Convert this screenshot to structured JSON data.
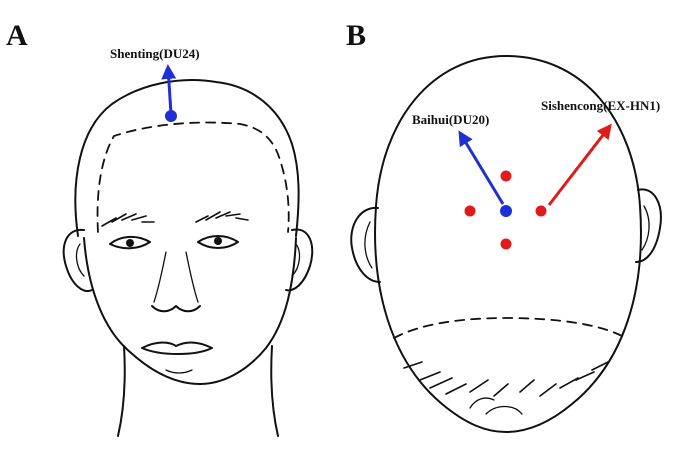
{
  "panels": {
    "a": {
      "letter": "A",
      "point": {
        "label": "Shenting(DU24)",
        "color": "#1f2fd6"
      }
    },
    "b": {
      "letter": "B",
      "point_primary": {
        "label": "Baihui(DU20)",
        "color": "#1f2fd6"
      },
      "point_group": {
        "label": "Sishencong(EX-HN1)",
        "color": "#e01b1b"
      }
    }
  }
}
